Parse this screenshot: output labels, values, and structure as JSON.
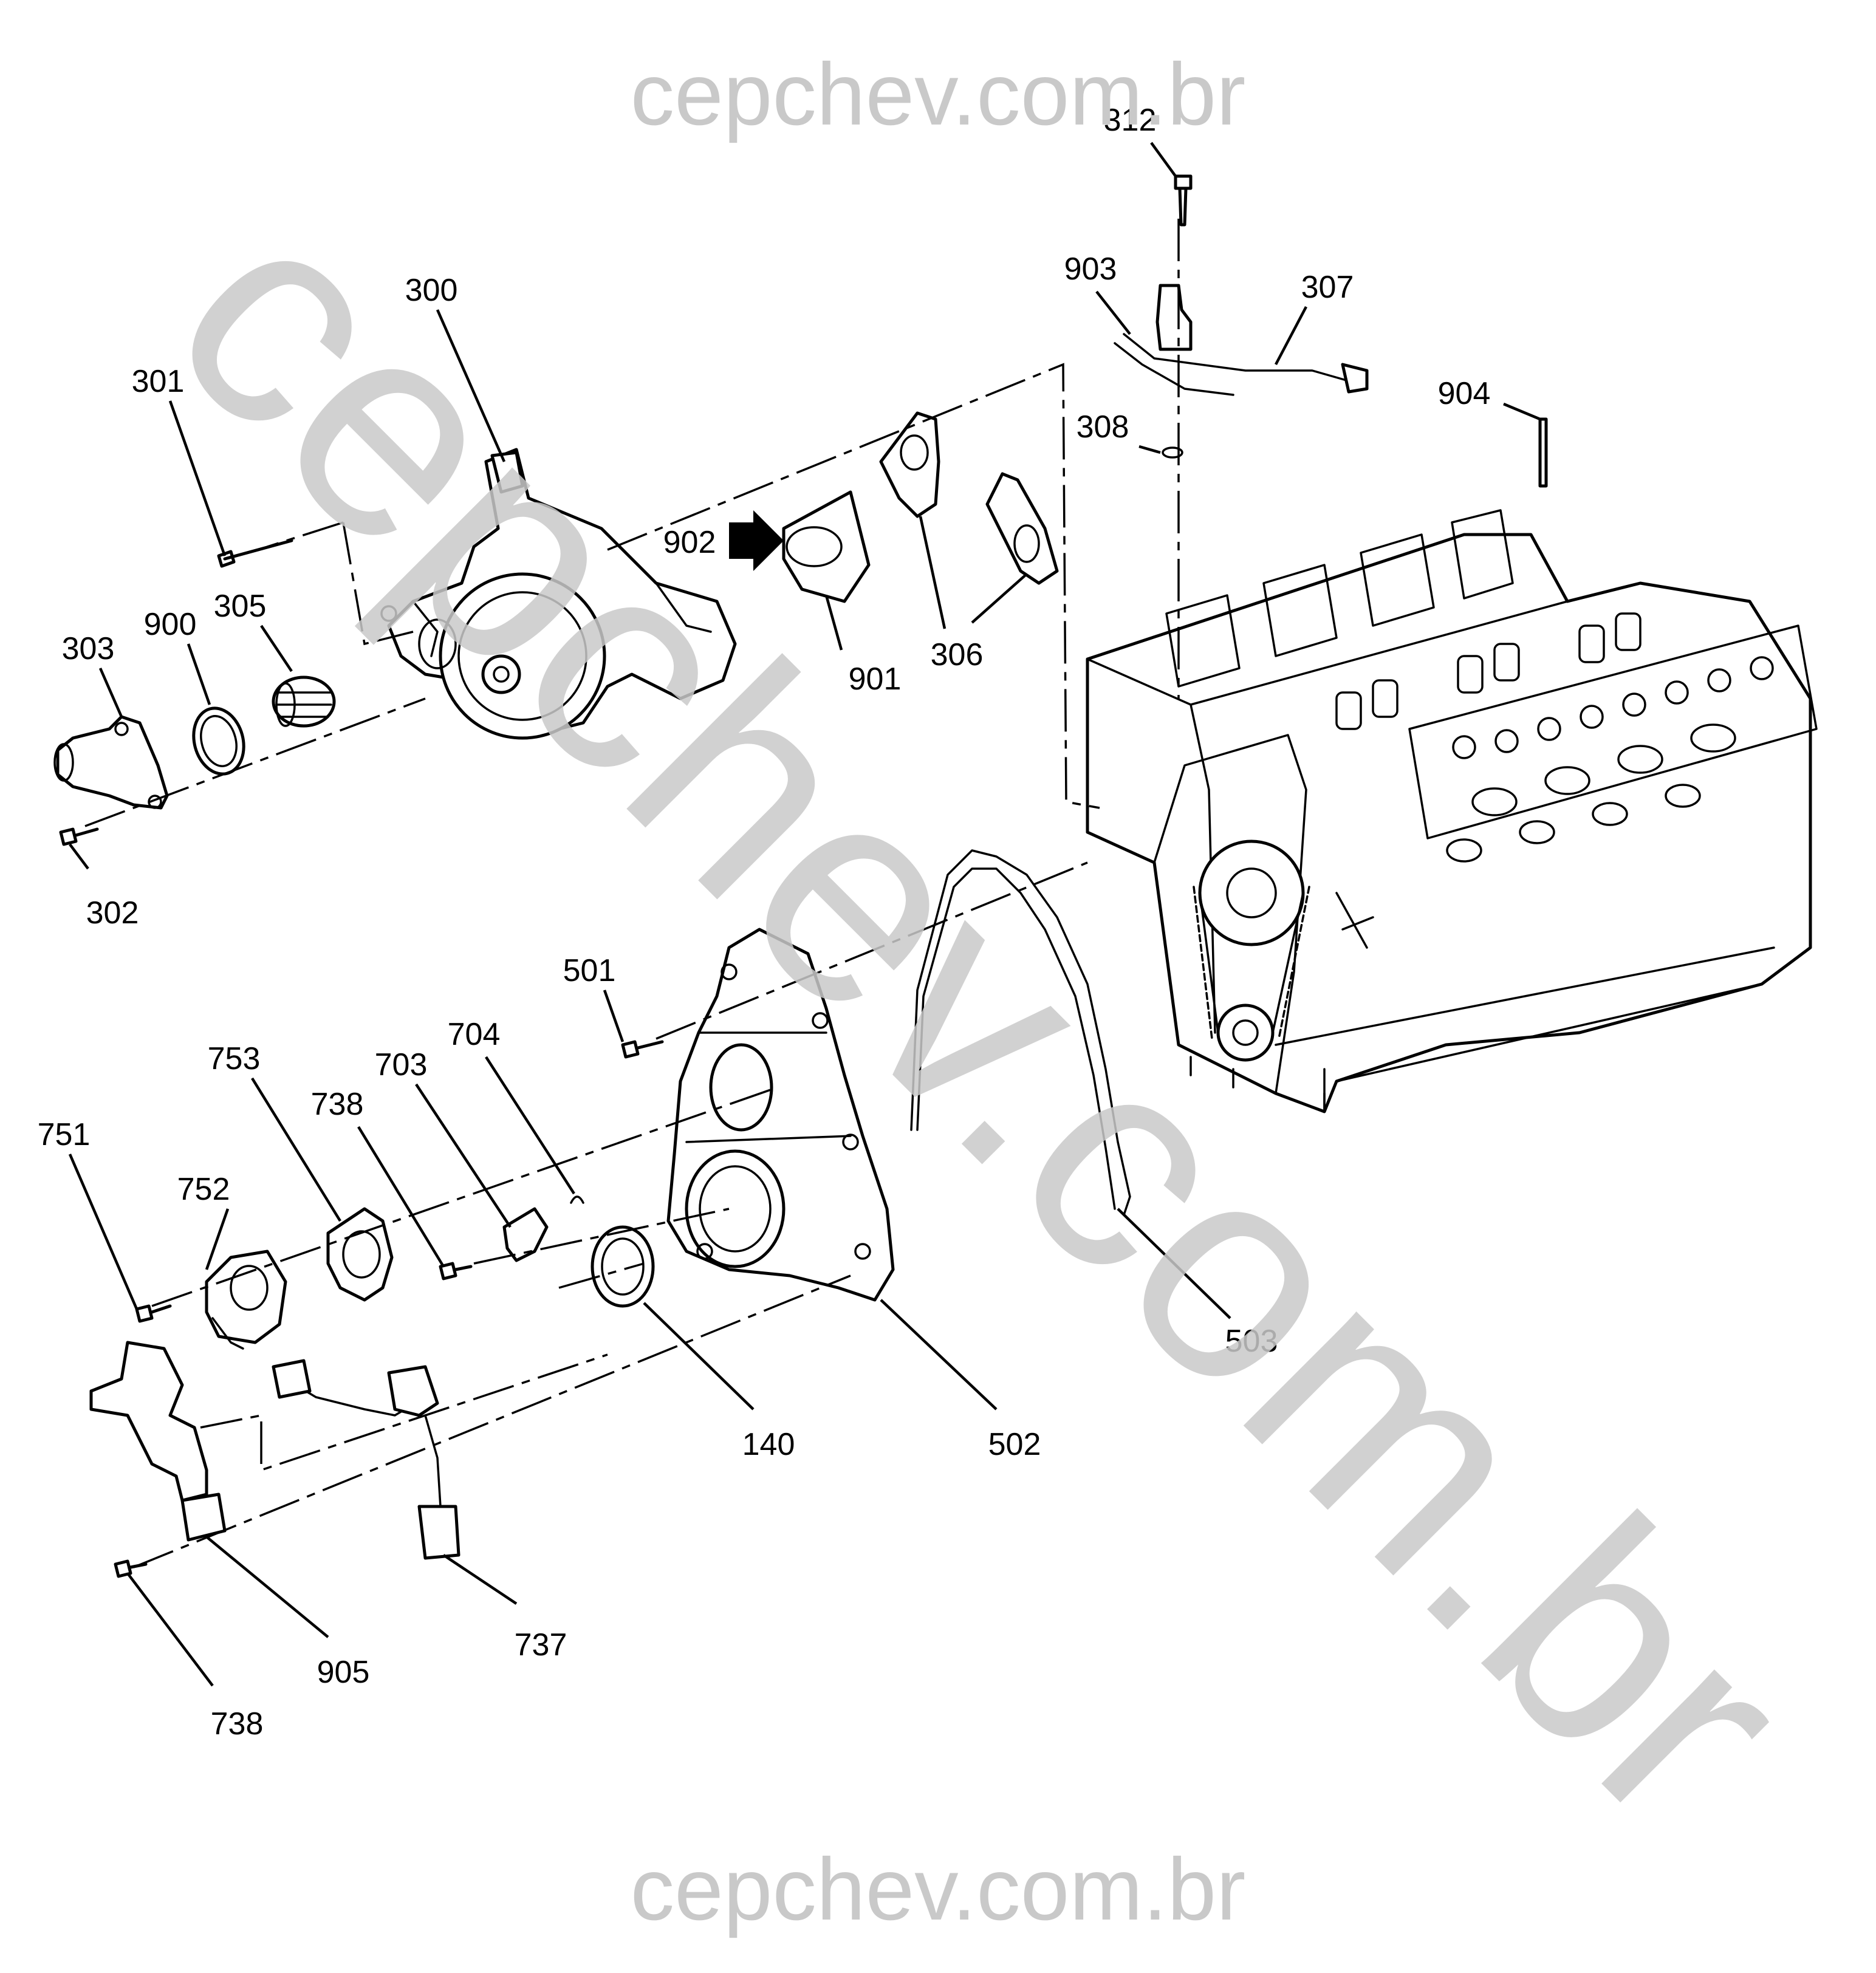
{
  "watermark": {
    "top": "cepchev.com.br",
    "bottom": "cepchev.com.br",
    "diagonal": "cepchev.com.br"
  },
  "callouts": [
    {
      "id": "312",
      "label": "312"
    },
    {
      "id": "903",
      "label": "903"
    },
    {
      "id": "307",
      "label": "307"
    },
    {
      "id": "300",
      "label": "300"
    },
    {
      "id": "301",
      "label": "301"
    },
    {
      "id": "308",
      "label": "308"
    },
    {
      "id": "904",
      "label": "904"
    },
    {
      "id": "902",
      "label": "902"
    },
    {
      "id": "305",
      "label": "305"
    },
    {
      "id": "900",
      "label": "900"
    },
    {
      "id": "303",
      "label": "303"
    },
    {
      "id": "901",
      "label": "901"
    },
    {
      "id": "306",
      "label": "306"
    },
    {
      "id": "302",
      "label": "302"
    },
    {
      "id": "501",
      "label": "501"
    },
    {
      "id": "704",
      "label": "704"
    },
    {
      "id": "753",
      "label": "753"
    },
    {
      "id": "703",
      "label": "703"
    },
    {
      "id": "738a",
      "label": "738"
    },
    {
      "id": "751",
      "label": "751"
    },
    {
      "id": "752",
      "label": "752"
    },
    {
      "id": "503",
      "label": "503"
    },
    {
      "id": "140",
      "label": "140"
    },
    {
      "id": "502",
      "label": "502"
    },
    {
      "id": "737",
      "label": "737"
    },
    {
      "id": "905",
      "label": "905"
    },
    {
      "id": "738b",
      "label": "738"
    }
  ]
}
